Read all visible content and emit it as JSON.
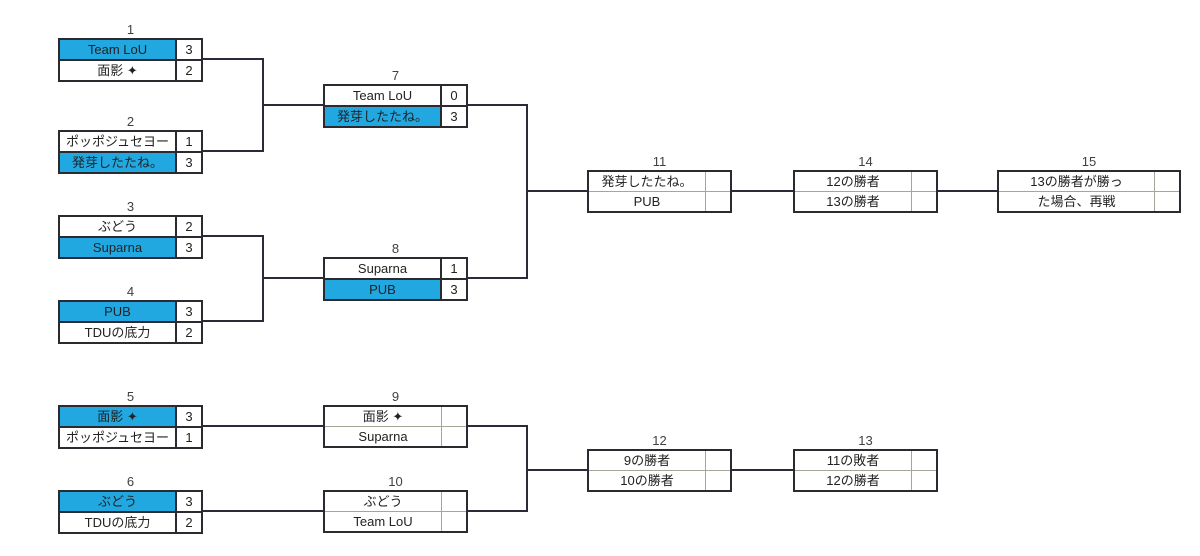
{
  "page": {
    "background": "#ffffff"
  },
  "colors": {
    "highlight": "#21a8e1",
    "box_border": "#2a2a30",
    "connector": "#2a2a38",
    "pending_divider": "#a6a698",
    "text": "#222222"
  },
  "bracket": {
    "matches": [
      {
        "id": "1",
        "status": "final",
        "slots": [
          {
            "name": "Team LoU",
            "score": "3",
            "winner": true
          },
          {
            "name": "面影 ✦",
            "score": "2",
            "winner": false
          }
        ]
      },
      {
        "id": "2",
        "status": "final",
        "slots": [
          {
            "name": "ポッポジュセヨー",
            "score": "1",
            "winner": false
          },
          {
            "name": "発芽したたね。",
            "score": "3",
            "winner": true
          }
        ]
      },
      {
        "id": "3",
        "status": "final",
        "slots": [
          {
            "name": "ぶどう",
            "score": "2",
            "winner": false
          },
          {
            "name": "Suparna",
            "score": "3",
            "winner": true
          }
        ]
      },
      {
        "id": "4",
        "status": "final",
        "slots": [
          {
            "name": "PUB",
            "score": "3",
            "winner": true
          },
          {
            "name": "TDUの底力",
            "score": "2",
            "winner": false
          }
        ]
      },
      {
        "id": "5",
        "status": "final",
        "slots": [
          {
            "name": "面影 ✦",
            "score": "3",
            "winner": true
          },
          {
            "name": "ポッポジュセヨー",
            "score": "1",
            "winner": false
          }
        ]
      },
      {
        "id": "6",
        "status": "final",
        "slots": [
          {
            "name": "ぶどう",
            "score": "3",
            "winner": true
          },
          {
            "name": "TDUの底力",
            "score": "2",
            "winner": false
          }
        ]
      },
      {
        "id": "7",
        "status": "final",
        "slots": [
          {
            "name": "Team LoU",
            "score": "0",
            "winner": false
          },
          {
            "name": "発芽したたね。",
            "score": "3",
            "winner": true
          }
        ]
      },
      {
        "id": "8",
        "status": "final",
        "slots": [
          {
            "name": "Suparna",
            "score": "1",
            "winner": false
          },
          {
            "name": "PUB",
            "score": "3",
            "winner": true
          }
        ]
      },
      {
        "id": "9",
        "status": "pending",
        "slots": [
          {
            "name": "面影 ✦",
            "score": "",
            "winner": false
          },
          {
            "name": "Suparna",
            "score": "",
            "winner": false
          }
        ]
      },
      {
        "id": "10",
        "status": "pending",
        "slots": [
          {
            "name": "ぶどう",
            "score": "",
            "winner": false
          },
          {
            "name": "Team LoU",
            "score": "",
            "winner": false
          }
        ]
      },
      {
        "id": "11",
        "status": "pending",
        "slots": [
          {
            "name": "発芽したたね。",
            "score": "",
            "winner": false
          },
          {
            "name": "PUB",
            "score": "",
            "winner": false
          }
        ]
      },
      {
        "id": "12",
        "status": "pending",
        "slots": [
          {
            "name": "9の勝者",
            "score": "",
            "winner": false
          },
          {
            "name": "10の勝者",
            "score": "",
            "winner": false
          }
        ]
      },
      {
        "id": "13",
        "status": "pending",
        "slots": [
          {
            "name": "11の敗者",
            "score": "",
            "winner": false
          },
          {
            "name": "12の勝者",
            "score": "",
            "winner": false
          }
        ]
      },
      {
        "id": "14",
        "status": "pending",
        "slots": [
          {
            "name": "12の勝者",
            "score": "",
            "winner": false
          },
          {
            "name": "13の勝者",
            "score": "",
            "winner": false
          }
        ]
      },
      {
        "id": "15",
        "status": "pending",
        "slots": [
          {
            "name": "13の勝者が勝っ",
            "score": "",
            "winner": false
          },
          {
            "name": "た場合、再戦",
            "score": "",
            "winner": false
          }
        ]
      }
    ]
  }
}
